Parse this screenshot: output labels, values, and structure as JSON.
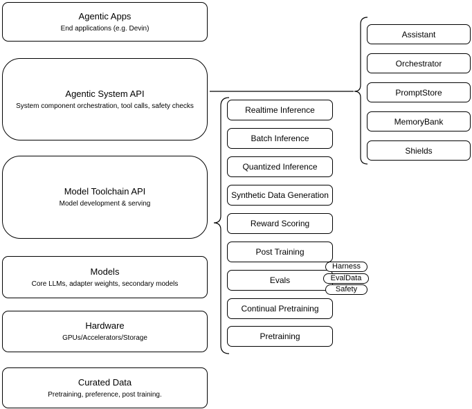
{
  "stack": [
    {
      "title": "Agentic Apps",
      "subtitle": "End applications (e.g. Devin)"
    },
    {
      "title": "Agentic System API",
      "subtitle": "System component orchestration, tool calls, safety checks"
    },
    {
      "title": "Model Toolchain API",
      "subtitle": "Model development & serving"
    },
    {
      "title": "Models",
      "subtitle": "Core LLMs, adapter weights, secondary models"
    },
    {
      "title": "Hardware",
      "subtitle": "GPUs/Accelerators/Storage"
    },
    {
      "title": "Curated Data",
      "subtitle": "Pretraining, preference, post training."
    }
  ],
  "toolchain": {
    "items": [
      "Realtime Inference",
      "Batch Inference",
      "Quantized Inference",
      "Synthetic Data Generation",
      "Reward Scoring",
      "Post Training",
      "Evals",
      "Continual Pretraining",
      "Pretraining"
    ],
    "eval_badges": [
      "Harness",
      "EvalData",
      "Safety"
    ]
  },
  "system_components": {
    "items": [
      "Assistant",
      "Orchestrator",
      "PromptStore",
      "MemoryBank",
      "Shields"
    ]
  },
  "colors": {
    "stroke": "#000000",
    "canvas_background": "#ffffff",
    "node_fill": "#ffffff"
  }
}
